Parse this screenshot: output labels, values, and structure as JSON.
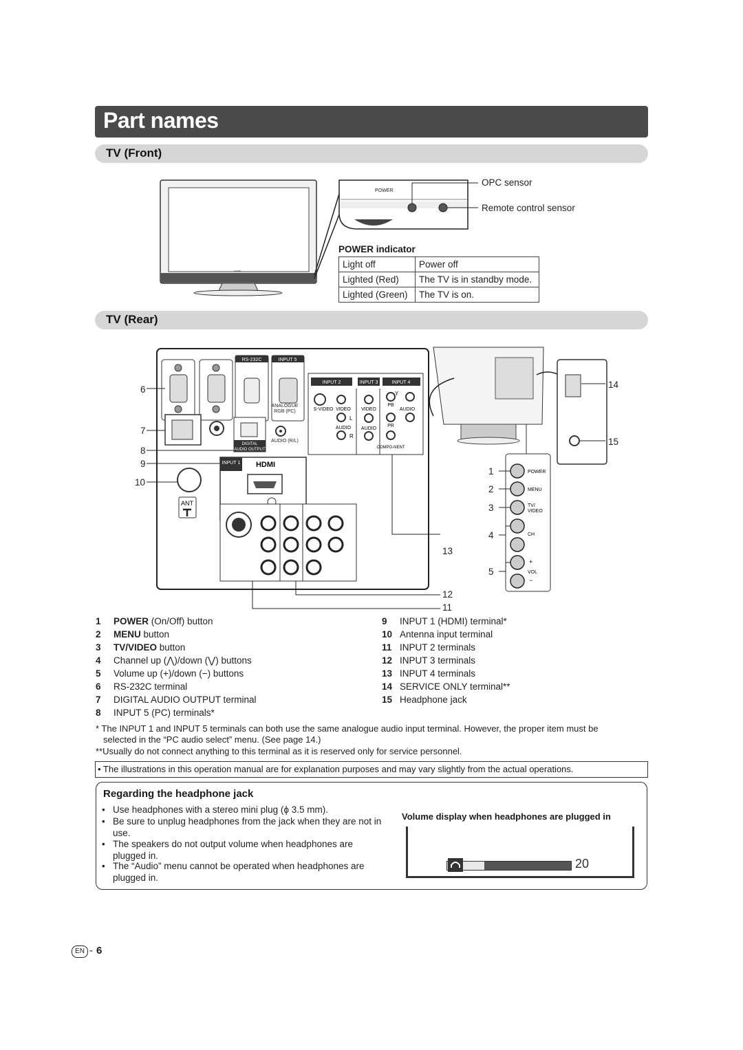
{
  "page_title": "Part names",
  "front": {
    "heading": "TV (Front)",
    "power_label": "POWER",
    "brand_label": "SHARP",
    "opc_sensor": "OPC sensor",
    "remote_sensor": "Remote control sensor",
    "power_indicator": {
      "title": "POWER indicator",
      "rows": [
        {
          "state": "Light off",
          "meaning": "Power off"
        },
        {
          "state": "Lighted (Red)",
          "meaning": "The TV is in standby mode."
        },
        {
          "state": "Lighted (Green)",
          "meaning": "The TV is on."
        }
      ]
    }
  },
  "rear": {
    "heading": "TV (Rear)",
    "panel_labels": {
      "rs232c": "RS-232C",
      "input5": "INPUT 5",
      "analogue": "ANALOGUE",
      "rgb_pc": "RGB (PC)",
      "digital": "DIGITAL",
      "audio_output": "AUDIO OUTPUT",
      "audio_rl": "AUDIO (R/L)",
      "input2": "INPUT 2",
      "input3": "INPUT 3",
      "input4": "INPUT 4",
      "svideo": "S-VIDEO",
      "video": "VIDEO",
      "audio": "AUDIO",
      "l": "L",
      "r": "R",
      "y": "Y",
      "pb": "PB",
      "pr": "PR",
      "component": "COMPO-NENT",
      "input1": "INPUT 1",
      "hdmi": "HDMI",
      "ant": "ANT",
      "btn_power": "POWER",
      "btn_menu": "MENU",
      "btn_tv": "TV/",
      "btn_video": "VIDEO",
      "btn_ch": "CH",
      "btn_vol": "VOL",
      "plus": "+",
      "minus": "−"
    },
    "callouts": [
      "1",
      "2",
      "3",
      "4",
      "5",
      "6",
      "7",
      "8",
      "9",
      "10",
      "11",
      "12",
      "13",
      "14",
      "15"
    ]
  },
  "parts_left": [
    {
      "num": "1",
      "bold": "POWER",
      "rest": " (On/Off) button"
    },
    {
      "num": "2",
      "bold": "MENU",
      "rest": " button"
    },
    {
      "num": "3",
      "bold": "TV/VIDEO",
      "rest": " button"
    },
    {
      "num": "4",
      "bold": "",
      "rest": "Channel up (⋀)/down (⋁) buttons"
    },
    {
      "num": "5",
      "bold": "",
      "rest": "Volume up (+)/down (−) buttons"
    },
    {
      "num": "6",
      "bold": "",
      "rest": "RS-232C terminal"
    },
    {
      "num": "7",
      "bold": "",
      "rest": "DIGITAL AUDIO OUTPUT terminal"
    },
    {
      "num": "8",
      "bold": "",
      "rest": "INPUT 5 (PC) terminals*"
    }
  ],
  "parts_right": [
    {
      "num": "9",
      "text": "INPUT 1 (HDMI) terminal*"
    },
    {
      "num": "10",
      "text": "Antenna input terminal"
    },
    {
      "num": "11",
      "text": "INPUT 2 terminals"
    },
    {
      "num": "12",
      "text": "INPUT 3 terminals"
    },
    {
      "num": "13",
      "text": "INPUT 4 terminals"
    },
    {
      "num": "14",
      "text": "SERVICE ONLY terminal**"
    },
    {
      "num": "15",
      "text": "Headphone jack"
    }
  ],
  "footnotes": {
    "star1_a": "* The INPUT 1 and INPUT 5 terminals can both use the same analogue audio input terminal. However, the proper item must be",
    "star1_b": "selected in the “PC audio select” menu. (See page 14.)",
    "star2": "**Usually do not connect anything to this terminal as it is reserved only for service personnel."
  },
  "illustration_note": "• The illustrations in this operation manual are for explanation purposes and may vary slightly from the actual operations.",
  "headphone": {
    "title": "Regarding the headphone jack",
    "bullets": [
      "Use headphones with a stereo mini plug (ϕ 3.5 mm).",
      "Be sure to unplug headphones from the jack when they are not in use.",
      "The speakers do not output volume when headphones are plugged in.",
      "The “Audio” menu cannot be operated when headphones are plugged in."
    ],
    "volume_caption": "Volume display when headphones are plugged in",
    "volume_value": "20",
    "volume_level": 0.3
  },
  "footer": {
    "lang": "EN",
    "page": "6"
  }
}
